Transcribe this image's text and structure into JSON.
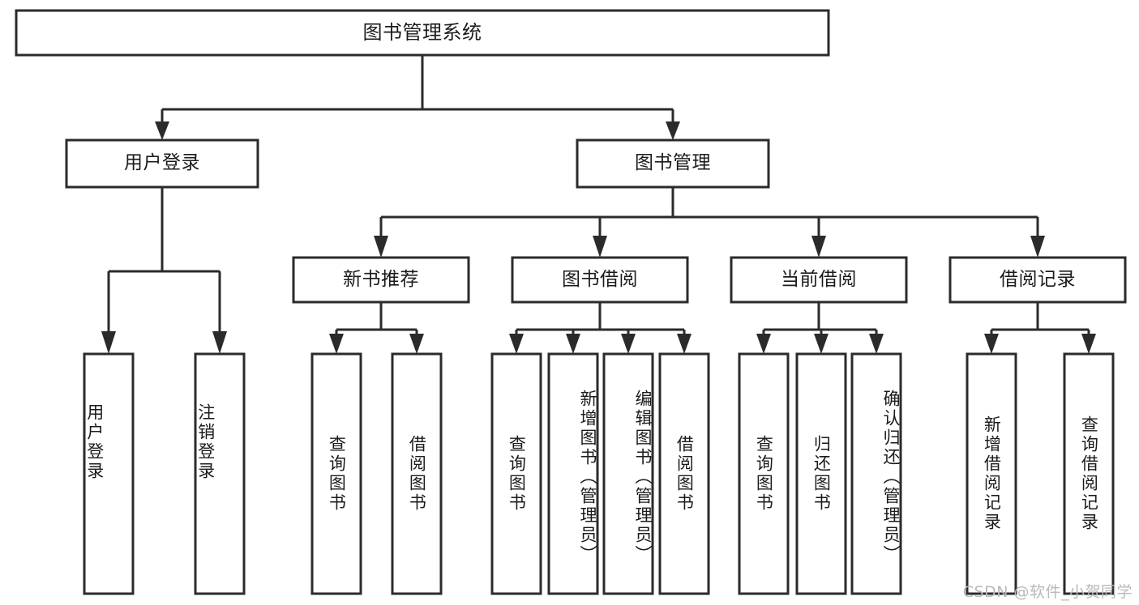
{
  "diagram": {
    "title": "图书管理系统",
    "type": "tree",
    "colors": {
      "stroke": "#2b2b2b",
      "fill": "#ffffff",
      "text": "#1b1b1b",
      "watermark": "#b9b9b9",
      "background": "#ffffff"
    },
    "levels": [
      {
        "level": 1,
        "nodes": [
          {
            "id": "root",
            "label": "图书管理系统",
            "orientation": "horizontal"
          }
        ]
      },
      {
        "level": 2,
        "nodes": [
          {
            "id": "user-login",
            "label": "用户登录",
            "orientation": "horizontal",
            "parent": "root"
          },
          {
            "id": "book-manage",
            "label": "图书管理",
            "orientation": "horizontal",
            "parent": "root"
          }
        ]
      },
      {
        "level": 3,
        "nodes": [
          {
            "id": "new-book-rec",
            "label": "新书推荐",
            "orientation": "horizontal",
            "parent": "book-manage"
          },
          {
            "id": "book-borrow",
            "label": "图书借阅",
            "orientation": "horizontal",
            "parent": "book-manage"
          },
          {
            "id": "current-borrow",
            "label": "当前借阅",
            "orientation": "horizontal",
            "parent": "book-manage"
          },
          {
            "id": "borrow-record",
            "label": "借阅记录",
            "orientation": "horizontal",
            "parent": "book-manage"
          }
        ]
      },
      {
        "level": 4,
        "nodes": [
          {
            "id": "leaf-user-login",
            "label": "用户登录",
            "orientation": "vertical",
            "parent": "user-login"
          },
          {
            "id": "leaf-logout",
            "label": "注销登录",
            "orientation": "vertical",
            "parent": "user-login"
          },
          {
            "id": "leaf-query-book-1",
            "label": "查询图书",
            "orientation": "vertical",
            "parent": "new-book-rec"
          },
          {
            "id": "leaf-borrow-book-1",
            "label": "借阅图书",
            "orientation": "vertical",
            "parent": "new-book-rec"
          },
          {
            "id": "leaf-query-book-2",
            "label": "查询图书",
            "orientation": "vertical",
            "parent": "book-borrow"
          },
          {
            "id": "leaf-add-book",
            "label": "新增图书（管理员）",
            "orientation": "vertical",
            "parent": "book-borrow"
          },
          {
            "id": "leaf-edit-book",
            "label": "编辑图书（管理员）",
            "orientation": "vertical",
            "parent": "book-borrow"
          },
          {
            "id": "leaf-borrow-book-2",
            "label": "借阅图书",
            "orientation": "vertical",
            "parent": "book-borrow"
          },
          {
            "id": "leaf-query-book-3",
            "label": "查询图书",
            "orientation": "vertical",
            "parent": "current-borrow"
          },
          {
            "id": "leaf-return-book",
            "label": "归还图书",
            "orientation": "vertical",
            "parent": "current-borrow"
          },
          {
            "id": "leaf-confirm-return",
            "label": "确认归还（管理员）",
            "orientation": "vertical",
            "parent": "current-borrow"
          },
          {
            "id": "leaf-add-record",
            "label": "新增借阅记录",
            "orientation": "vertical",
            "parent": "borrow-record"
          },
          {
            "id": "leaf-query-record",
            "label": "查询借阅记录",
            "orientation": "vertical",
            "parent": "borrow-record"
          }
        ]
      }
    ]
  },
  "watermark": {
    "text": "CSDN @软件_小贺同学"
  }
}
